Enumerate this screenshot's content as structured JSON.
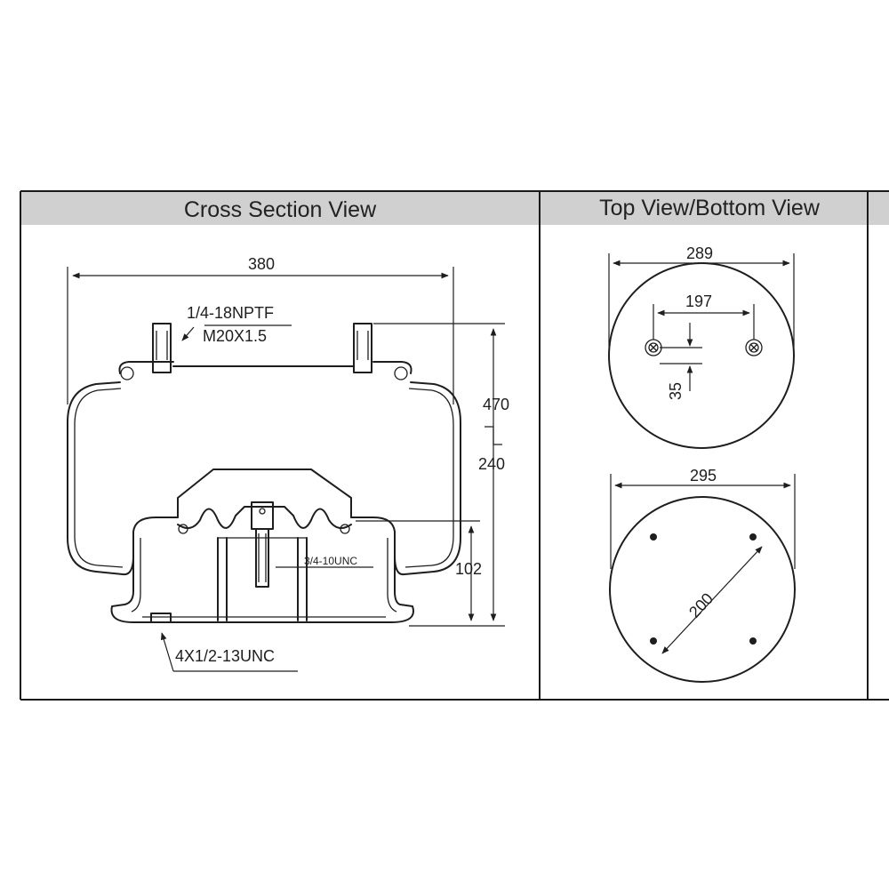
{
  "headers": {
    "cross_section": "Cross Section View",
    "top_bottom": "Top View/Bottom View"
  },
  "cross_section": {
    "overall_width": "380",
    "height_max": "470",
    "height_min": "240",
    "base_height": "102",
    "port_thread": "1/4-18NPTF",
    "stud_thread": "M20X1.5",
    "center_thread": "3/4-10UNC",
    "base_bolts": "4X1/2-13UNC"
  },
  "top_view": {
    "diameter": "289",
    "stud_spacing": "197",
    "offset": "35"
  },
  "bottom_view": {
    "diameter": "295",
    "bolt_circle": "200"
  }
}
